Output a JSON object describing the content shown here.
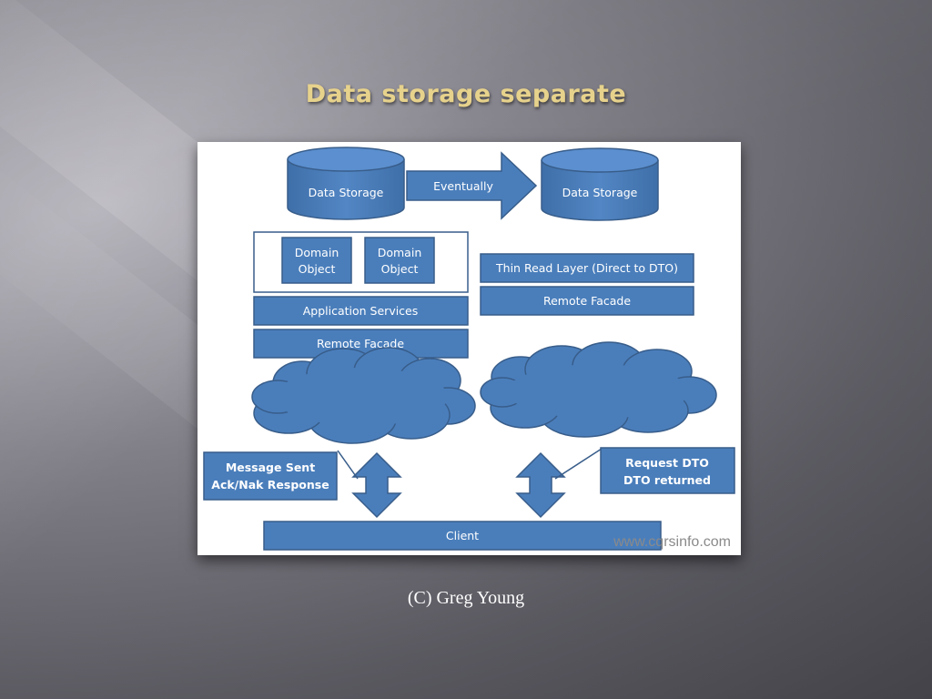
{
  "slide": {
    "title": "Data storage separate",
    "caption": "(C) Greg Young"
  },
  "diagram": {
    "left_storage": "Data Storage",
    "eventually": "Eventually",
    "right_storage": "Data Storage",
    "domain_object_1": [
      "Domain",
      "Object"
    ],
    "domain_object_2": [
      "Domain",
      "Object"
    ],
    "application_services": "Application Services",
    "remote_facade_left": "Remote Facade",
    "thin_read_layer": "Thin Read Layer (Direct to DTO)",
    "remote_facade_right": "Remote Facade",
    "message_box": [
      "Message Sent",
      "Ack/Nak Response"
    ],
    "request_box": [
      "Request DTO",
      "DTO returned"
    ],
    "client": "Client",
    "watermark": "www.cqrsinfo.com"
  },
  "colors": {
    "box_fill": "#4a7ebb",
    "box_stroke": "#385d8a",
    "title": "#e7d28c"
  }
}
